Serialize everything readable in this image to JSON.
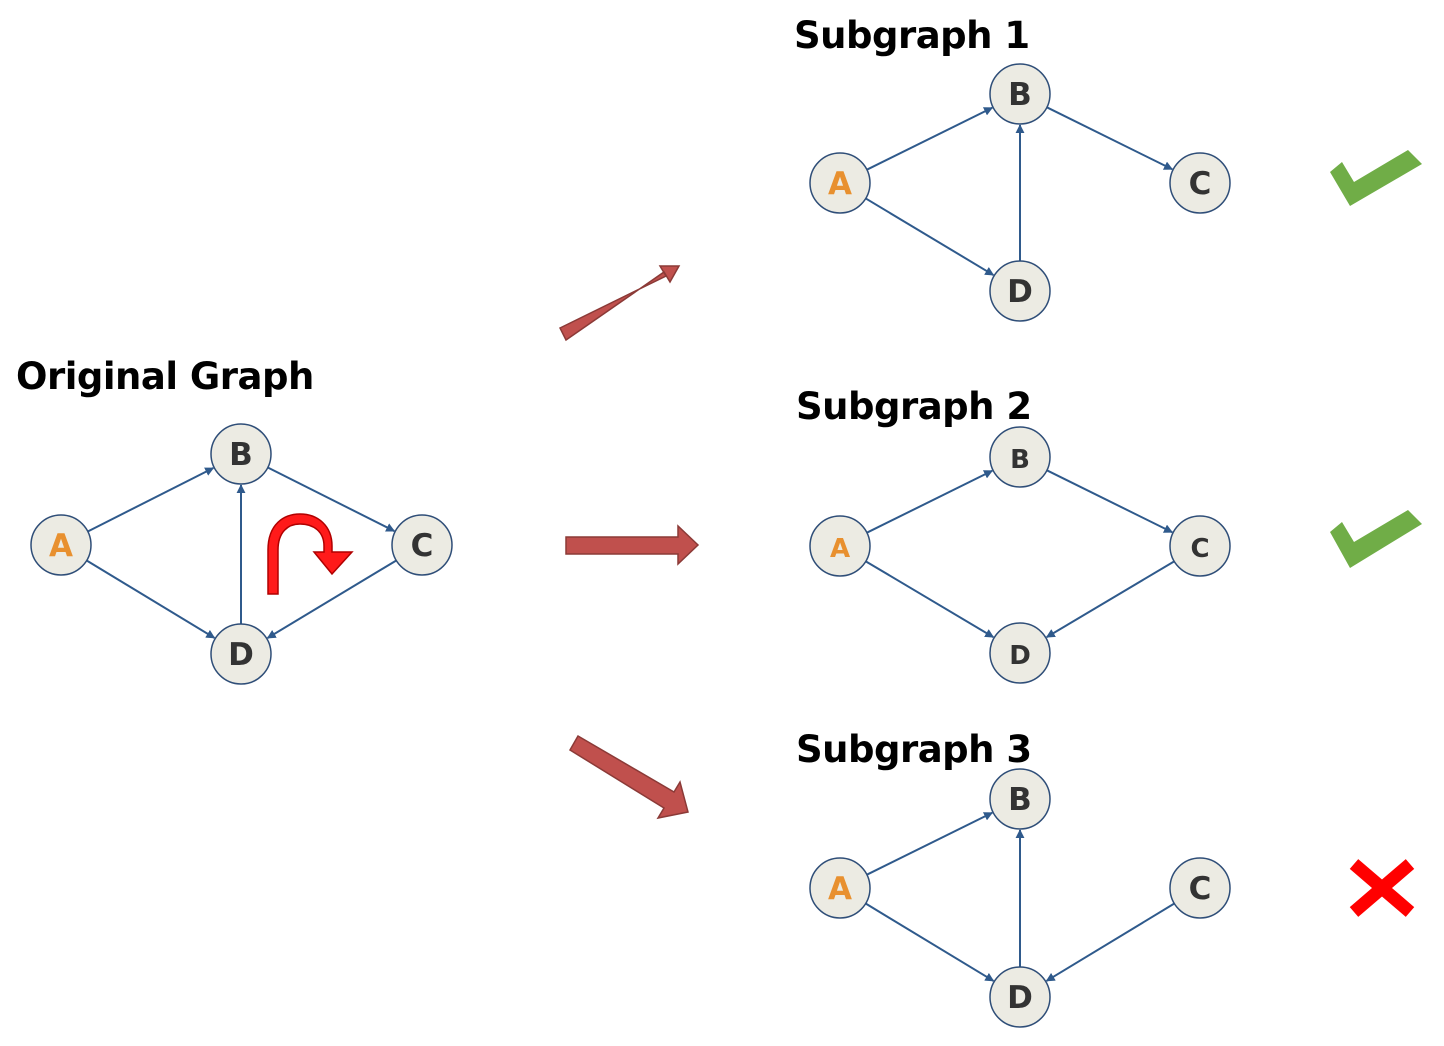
{
  "original": {
    "title": "Original Graph",
    "nodes": [
      "A",
      "B",
      "C",
      "D"
    ],
    "edges": [
      [
        "A",
        "B"
      ],
      [
        "A",
        "D"
      ],
      [
        "B",
        "C"
      ],
      [
        "C",
        "D"
      ],
      [
        "D",
        "B"
      ]
    ],
    "cycle_marker": "red curved arrow indicating cycle B→C→D→B"
  },
  "subgraphs": [
    {
      "title": "Subgraph 1",
      "nodes": [
        "A",
        "B",
        "C",
        "D"
      ],
      "edges": [
        [
          "A",
          "B"
        ],
        [
          "A",
          "D"
        ],
        [
          "B",
          "C"
        ],
        [
          "D",
          "B"
        ]
      ],
      "valid": true
    },
    {
      "title": "Subgraph 2",
      "nodes": [
        "A",
        "B",
        "C",
        "D"
      ],
      "edges": [
        [
          "A",
          "B"
        ],
        [
          "A",
          "D"
        ],
        [
          "B",
          "C"
        ],
        [
          "C",
          "D"
        ]
      ],
      "valid": true
    },
    {
      "title": "Subgraph 3",
      "nodes": [
        "A",
        "B",
        "C",
        "D"
      ],
      "edges": [
        [
          "A",
          "B"
        ],
        [
          "A",
          "D"
        ],
        [
          "C",
          "D"
        ],
        [
          "D",
          "B"
        ]
      ],
      "valid": false
    }
  ],
  "colors": {
    "node_fill": "#ecebe3",
    "node_stroke": "#2f4e78",
    "edge": "#2f5a8c",
    "node_label": "#333333",
    "root_label": "#e8902f",
    "block_arrow": "#c0504d",
    "check": "#70ad47",
    "cross": "#ff0000",
    "cycle_arrow": "#ff0000"
  },
  "icons": {
    "valid": "checkmark-icon",
    "invalid": "cross-icon"
  }
}
